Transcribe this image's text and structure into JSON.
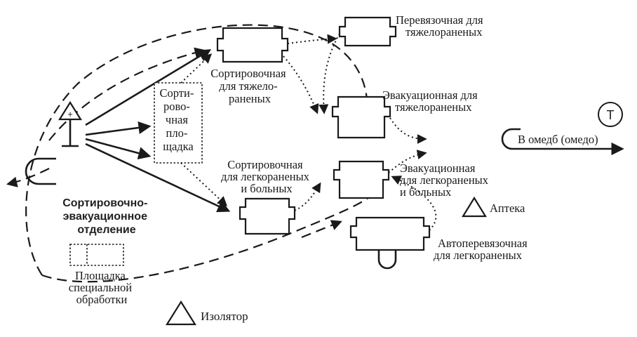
{
  "diagram": {
    "unit_title": [
      "Сортировочно-",
      "эвакуационное",
      "отделение"
    ],
    "sort_heavy": [
      "Сортировочная",
      "для тяжело-",
      "раненых"
    ],
    "sort_area": [
      "Сорти-",
      "рово-",
      "чная",
      "пло-",
      "щадка"
    ],
    "sort_light": [
      "Сортировочная",
      "для легкораненых",
      "и больных"
    ],
    "dressing_heavy": [
      "Перевязочная для",
      "тяжелораненых"
    ],
    "evac_heavy": [
      "Эвакуационная для",
      "тяжелораненых"
    ],
    "evac_light": [
      "Эвакуационная",
      "для легкораненых",
      "и больных"
    ],
    "pharmacy": "Аптека",
    "auto_dressing": [
      "Автоперевязочная",
      "для легкораненых"
    ],
    "to_omedb": "В омедб (омедо)",
    "t_marker": "Т",
    "isolator": "Изолятор",
    "special_area": [
      "Площадка",
      "специальной",
      "обработки"
    ],
    "post_symbol": "+"
  }
}
